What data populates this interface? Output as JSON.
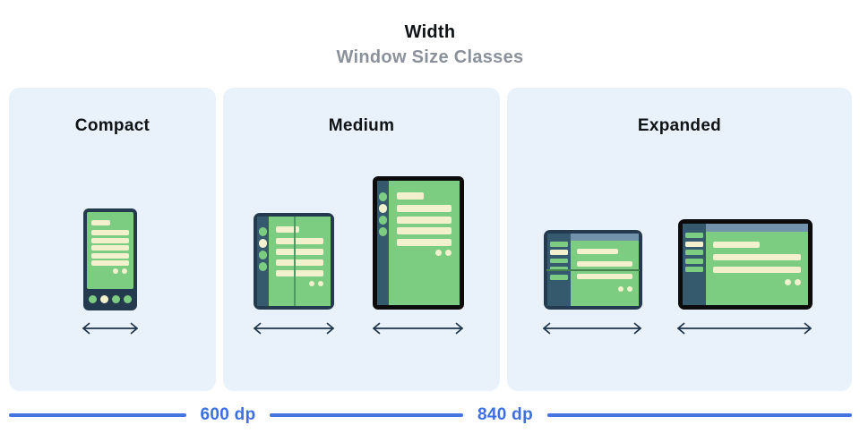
{
  "header": {
    "title": "Width",
    "subtitle": "Window Size Classes"
  },
  "panels": [
    {
      "label": "Compact",
      "devices": [
        {
          "icon": "phone-portrait-illustration"
        }
      ]
    },
    {
      "label": "Medium",
      "devices": [
        {
          "icon": "foldable-portrait-illustration"
        },
        {
          "icon": "tablet-portrait-illustration"
        }
      ]
    },
    {
      "label": "Expanded",
      "devices": [
        {
          "icon": "foldable-landscape-illustration"
        },
        {
          "icon": "tablet-landscape-illustration"
        }
      ]
    }
  ],
  "ruler": {
    "labels": [
      {
        "text": "600 dp"
      },
      {
        "text": "840 dp"
      }
    ]
  },
  "colors": {
    "panel_background": "#e9f1fb",
    "device_frame_navy": "#243b4f",
    "device_frame_black": "#0c0c0c",
    "rail_slate": "#35596d",
    "screen_green": "#7ccd82",
    "content_cream": "#f3f0cd",
    "topbar_slate": "#7392ab",
    "fold_line_green": "#4f9a61",
    "arrow_navy": "#1e3349",
    "ruler_blue": "#4474e4",
    "subtitle_gray": "#8b919a",
    "title_black": "#0f1316"
  }
}
